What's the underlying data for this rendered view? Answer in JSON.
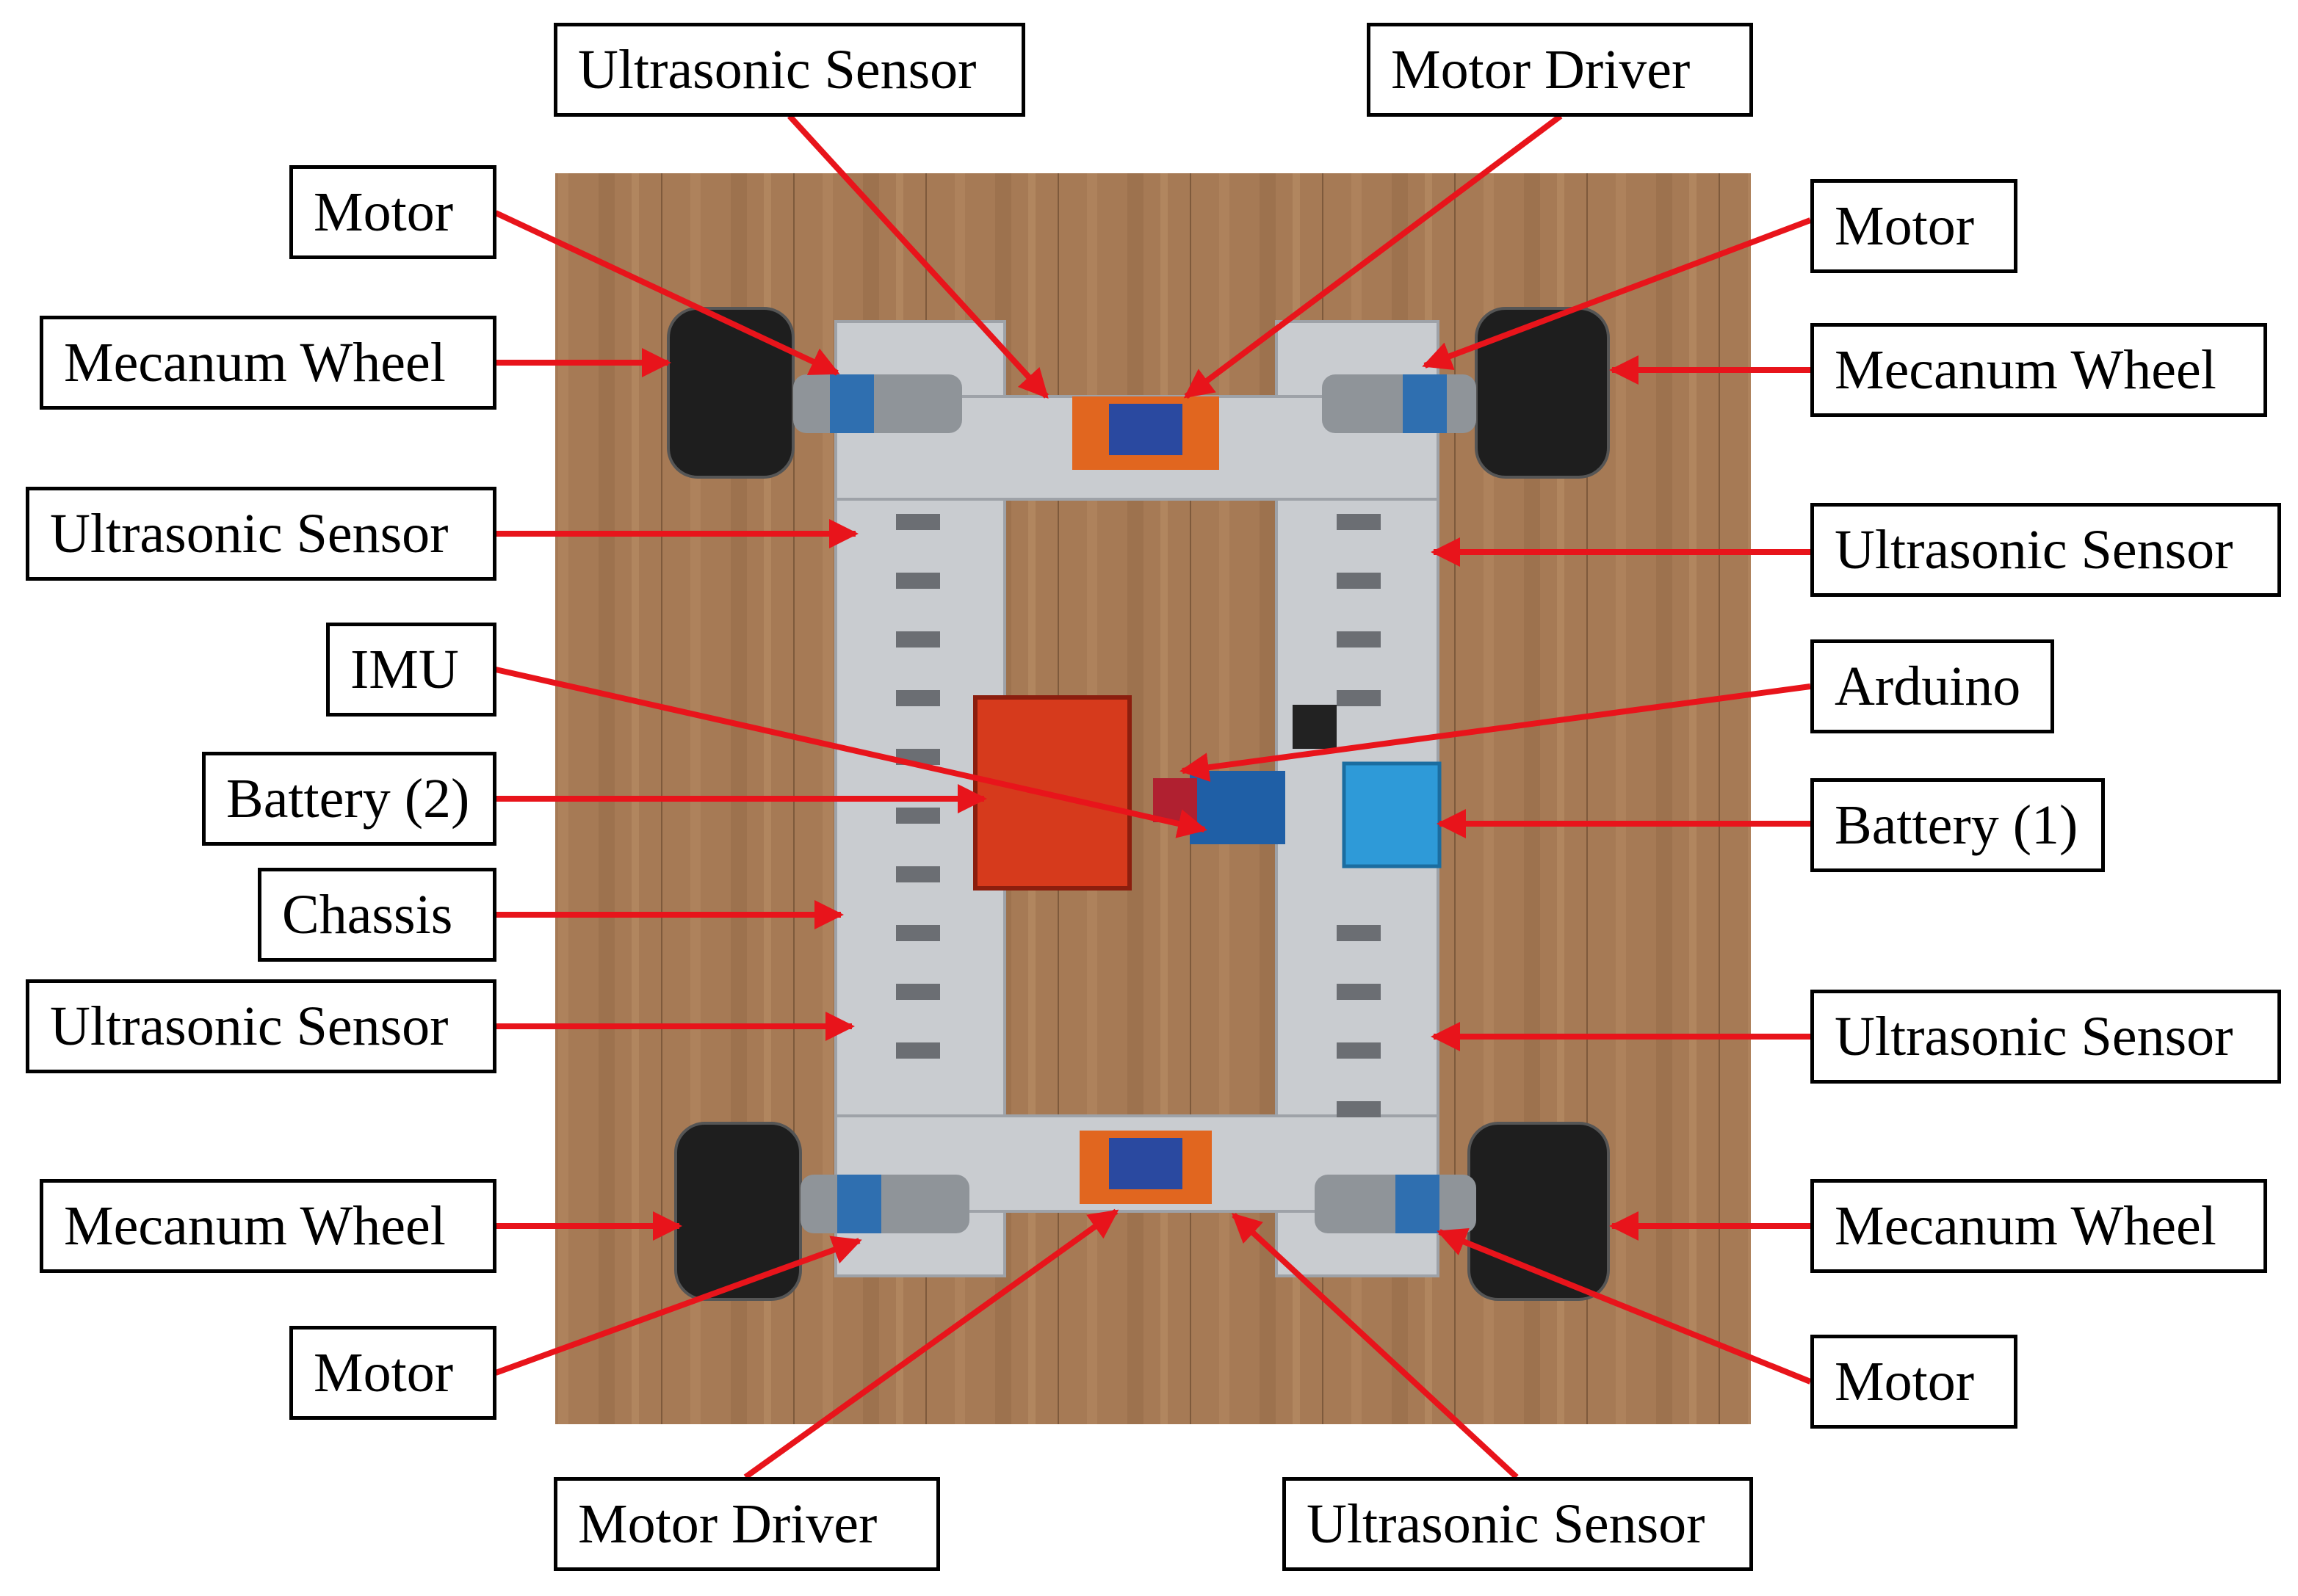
{
  "colors": {
    "arrow": "#e8141b",
    "floor": "#a67a55",
    "chassis": "#c9ccd0",
    "box_border": "#000000"
  },
  "labels": {
    "top_ultrasonic": "Ultrasonic Sensor",
    "top_motor_driver": "Motor Driver",
    "tl_motor": "Motor",
    "tr_motor": "Motor",
    "tl_wheel": "Mecanum Wheel",
    "tr_wheel": "Mecanum Wheel",
    "left_ultrasonic_upper": "Ultrasonic Sensor",
    "right_ultrasonic_upper": "Ultrasonic Sensor",
    "imu": "IMU",
    "arduino": "Arduino",
    "battery2": "Battery (2)",
    "battery1": "Battery (1)",
    "chassis": "Chassis",
    "left_ultrasonic_lower": "Ultrasonic Sensor",
    "right_ultrasonic_lower": "Ultrasonic Sensor",
    "bl_wheel": "Mecanum Wheel",
    "br_wheel": "Mecanum Wheel",
    "bl_motor": "Motor",
    "br_motor": "Motor",
    "bottom_motor_driver": "Motor Driver",
    "bottom_ultrasonic": "Ultrasonic Sensor"
  }
}
